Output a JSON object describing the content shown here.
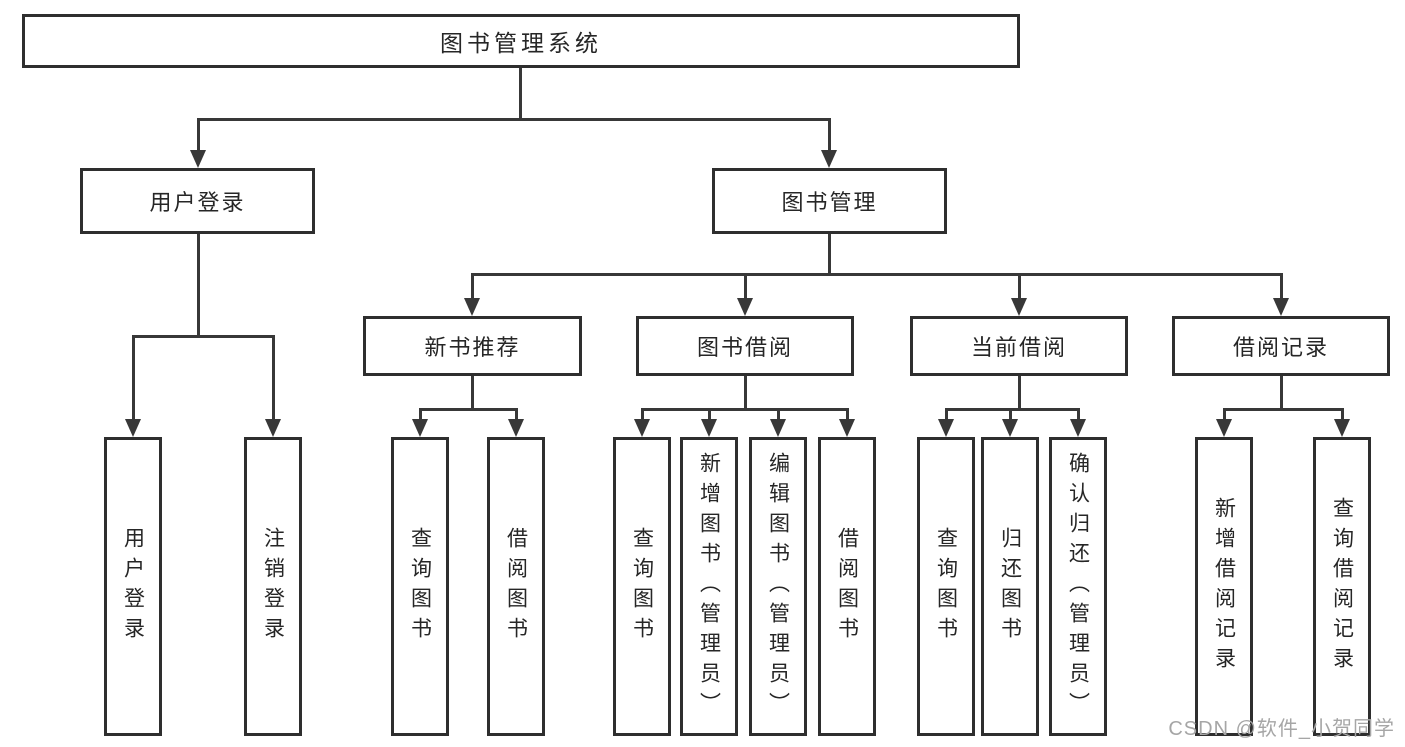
{
  "diagram": {
    "root_label": "图书管理系统",
    "level2": {
      "user_login": {
        "label": "用户登录",
        "items": [
          "用户登录",
          "注销登录"
        ]
      },
      "book_mgmt": {
        "label": "图书管理",
        "groups": [
          {
            "label": "新书推荐",
            "items": [
              "查询图书",
              "借阅图书"
            ]
          },
          {
            "label": "图书借阅",
            "items": [
              "查询图书",
              "新增图书（管理员）",
              "编辑图书（管理员）",
              "借阅图书"
            ]
          },
          {
            "label": "当前借阅",
            "items": [
              "查询图书",
              "归还图书",
              "确认归还（管理员）"
            ]
          },
          {
            "label": "借阅记录",
            "items": [
              "新增借阅记录",
              "查询借阅记录"
            ]
          }
        ]
      }
    }
  },
  "watermark": {
    "text": "CSDN @软件_小贺同学"
  },
  "colors": {
    "line": "#383838",
    "box_border": "#2e2e2e",
    "box_bg": "#ffffff",
    "text": "#262626",
    "watermark": "#a6a6a6"
  }
}
